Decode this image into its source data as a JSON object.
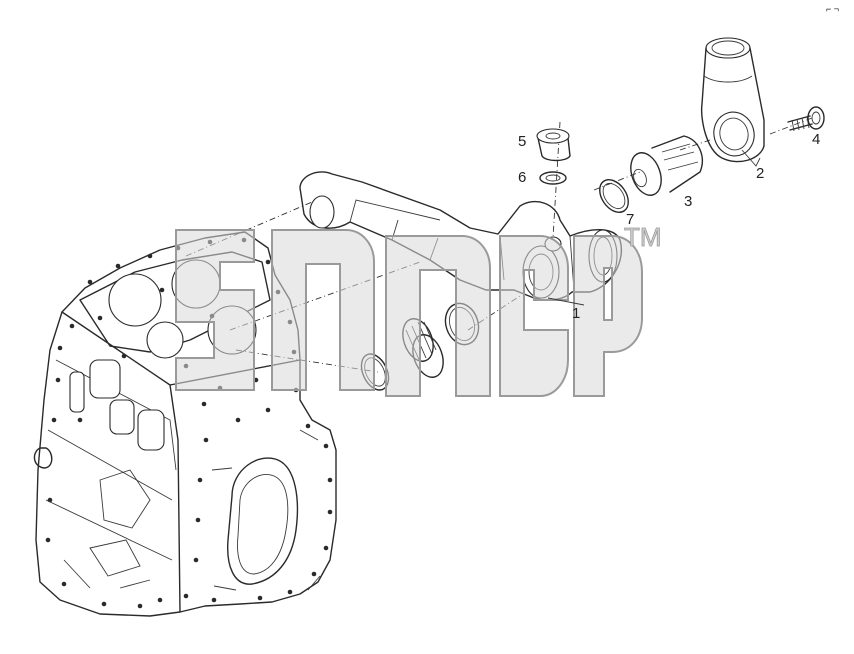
{
  "callouts": [
    {
      "id": "1",
      "label": "1"
    },
    {
      "id": "2",
      "label": "2"
    },
    {
      "id": "3",
      "label": "3"
    },
    {
      "id": "4",
      "label": "4"
    },
    {
      "id": "5",
      "label": "5"
    },
    {
      "id": "6",
      "label": "6"
    },
    {
      "id": "7",
      "label": "7"
    }
  ],
  "watermark": {
    "mark": "TM"
  },
  "corner_mark": "⌐ ¬"
}
